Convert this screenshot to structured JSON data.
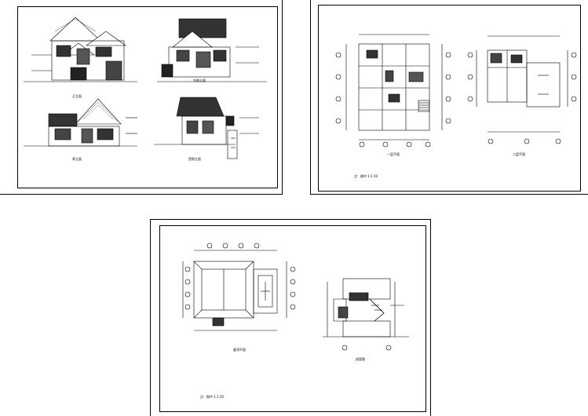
{
  "sheets": {
    "sheet1": {
      "labels": {
        "south_elevation": "正立面",
        "east_elevation": "东侧立面",
        "north_elevation": "背立面",
        "west_elevation": "西侧立面"
      }
    },
    "sheet2": {
      "labels": {
        "first_floor_plan": "一层平面",
        "second_floor_plan": "二层平面",
        "note": "注：图中 1:1.50"
      }
    },
    "sheet3": {
      "labels": {
        "roof_plan": "屋顶平面",
        "section": "剖面图",
        "note": "注：图中 1:1.50"
      }
    }
  },
  "colors": {
    "line": "#000000",
    "background": "#ffffff"
  }
}
